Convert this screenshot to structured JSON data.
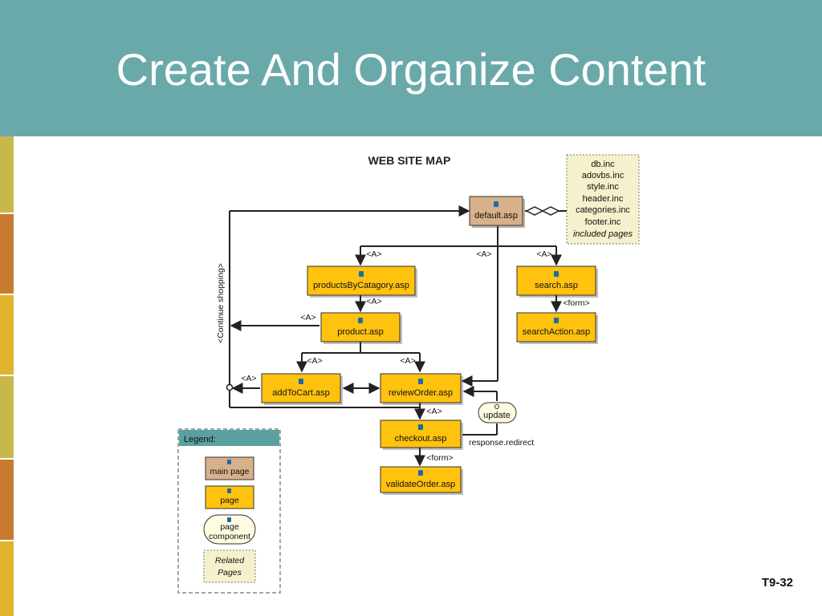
{
  "slide": {
    "title": "Create And Organize Content",
    "number": "T9-32",
    "header_color": "#6aa9aa",
    "stripe_colors": [
      "#c8b84c",
      "#c87a2e",
      "#e0b42a",
      "#c8b84c",
      "#c87a2e",
      "#e0b42a"
    ]
  },
  "diagram": {
    "title": "WEB SITE MAP",
    "colors": {
      "page": "#ffc20e",
      "main_page": "#d8b08a",
      "component": "#fffbe0",
      "related": "#f4f1cc",
      "legend_header": "#5aa0a0"
    },
    "pages": {
      "default": "default.asp",
      "productsByCatagory": "productsByCatagory.asp",
      "product": "product.asp",
      "addToCart": "addToCart.asp",
      "reviewOrder": "reviewOrder.asp",
      "checkout": "checkout.asp",
      "validateOrder": "validateOrder.asp",
      "search": "search.asp",
      "searchAction": "searchAction.asp"
    },
    "component_update": "update",
    "included": {
      "files": [
        "db.inc",
        "adovbs.inc",
        "style.inc",
        "header.inc",
        "categories.inc",
        "footer.inc"
      ],
      "caption": "included pages"
    },
    "labels": {
      "a": "<A>",
      "form": "<form>",
      "continue_shopping": "<Continue shopping>",
      "response_redirect": "response.redirect"
    },
    "legend": {
      "title": "Legend:",
      "main_page": "main page",
      "page": "page",
      "page_component": [
        "page",
        "component"
      ],
      "related_pages": [
        "Related",
        "Pages"
      ]
    }
  }
}
